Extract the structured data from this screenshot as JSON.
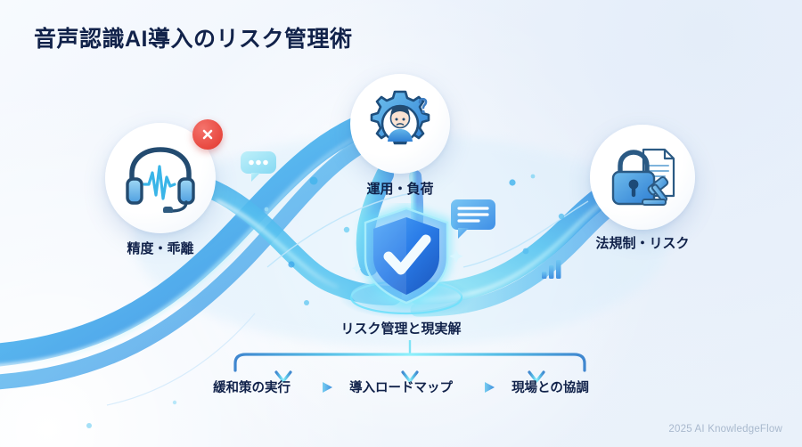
{
  "page": {
    "title": "音声認識AI導入のリスク管理術",
    "background_color": "#eef4fc",
    "title_color": "#11224a",
    "accent_color": "#2e86f0",
    "glow_color": "#5fe2f3",
    "alert_color": "#e8483f"
  },
  "nodes": [
    {
      "id": "accuracy",
      "label": "精度・乖離",
      "icon": "headset-icon",
      "badge": "error-x-badge",
      "position": "left"
    },
    {
      "id": "operations",
      "label": "運用・負荷",
      "icon": "gear-person-icon",
      "badge": "question-mark",
      "position": "top"
    },
    {
      "id": "legal",
      "label": "法規制・リスク",
      "icon": "lock-document-gavel-icon",
      "badge": "",
      "position": "right"
    }
  ],
  "center": {
    "label": "リスク管理と現実解",
    "icon": "shield-check-icon"
  },
  "flow": {
    "steps": [
      {
        "label": "緩和策の実行"
      },
      {
        "label": "導入ロードマップ"
      },
      {
        "label": "現場との協調"
      }
    ],
    "connector_icon": "arrow-right-icon",
    "branch_icon": "arrow-down-icon"
  },
  "decorations": [
    {
      "name": "chat-dots-bubble",
      "position": "left-of-center-top"
    },
    {
      "name": "chat-lines-bubble",
      "position": "right-of-shield"
    },
    {
      "name": "bar-chart-icon",
      "position": "lower-right"
    }
  ],
  "footer": {
    "credit": "2025 AI KnowledgeFlow"
  }
}
